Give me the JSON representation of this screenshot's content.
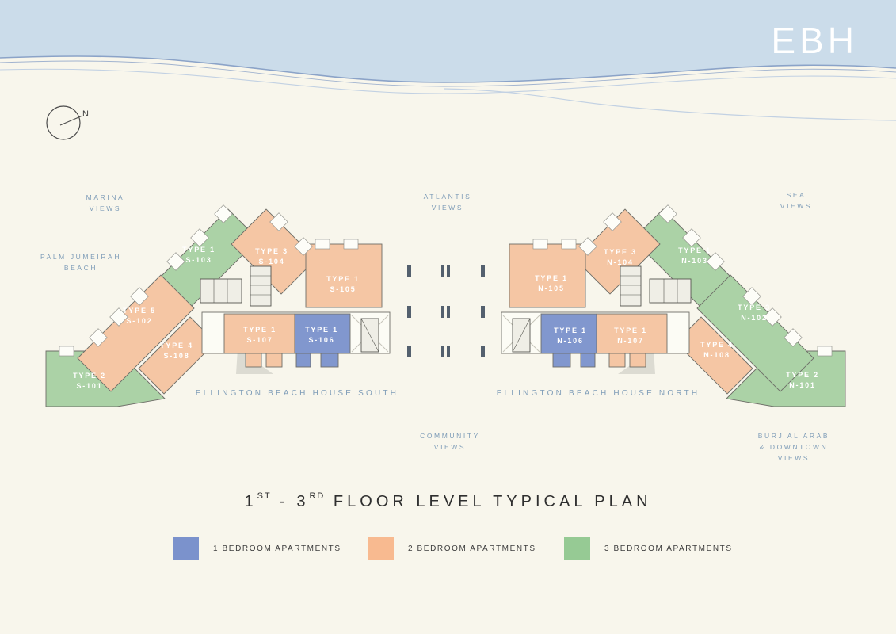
{
  "header": {
    "logo": "EBH"
  },
  "compass": {
    "label": "N"
  },
  "view_labels": {
    "marina": [
      "MARINA",
      "VIEWS"
    ],
    "palm": [
      "PALM JUMEIRAH",
      "BEACH"
    ],
    "atlantis": [
      "ATLANTIS",
      "VIEWS"
    ],
    "sea": [
      "SEA",
      "VIEWS"
    ],
    "community": [
      "COMMUNITY",
      "VIEWS"
    ],
    "burj": [
      "BURJ AL ARAB",
      "& DOWNTOWN",
      "VIEWS"
    ]
  },
  "plan": {
    "south": {
      "label": "ELLINGTON BEACH HOUSE SOUTH",
      "units": [
        {
          "type": "TYPE 2",
          "code": "S-101",
          "bedrooms": 3
        },
        {
          "type": "TYPE 5",
          "code": "S-102",
          "bedrooms": 2
        },
        {
          "type": "TYPE 1",
          "code": "S-103",
          "bedrooms": 3
        },
        {
          "type": "TYPE 3",
          "code": "S-104",
          "bedrooms": 2
        },
        {
          "type": "TYPE 1",
          "code": "S-105",
          "bedrooms": 2
        },
        {
          "type": "TYPE 1",
          "code": "S-106",
          "bedrooms": 1
        },
        {
          "type": "TYPE 1",
          "code": "S-107",
          "bedrooms": 2
        },
        {
          "type": "TYPE 4",
          "code": "S-108",
          "bedrooms": 2
        }
      ]
    },
    "north": {
      "label": "ELLINGTON BEACH HOUSE NORTH",
      "units": [
        {
          "type": "TYPE 2",
          "code": "N-101",
          "bedrooms": 3
        },
        {
          "type": "TYPE 3",
          "code": "N-102",
          "bedrooms": 3
        },
        {
          "type": "TYPE 1",
          "code": "N-103",
          "bedrooms": 3
        },
        {
          "type": "TYPE 3",
          "code": "N-104",
          "bedrooms": 2
        },
        {
          "type": "TYPE 1",
          "code": "N-105",
          "bedrooms": 2
        },
        {
          "type": "TYPE 1",
          "code": "N-106",
          "bedrooms": 1
        },
        {
          "type": "TYPE 1",
          "code": "N-107",
          "bedrooms": 2
        },
        {
          "type": "TYPE 4",
          "code": "N-108",
          "bedrooms": 2
        }
      ]
    }
  },
  "title": {
    "num1": "1",
    "sup1": "ST",
    "dash": "-",
    "num2": "3",
    "sup2": "RD",
    "rest": "FLOOR LEVEL TYPICAL PLAN"
  },
  "legend": {
    "items": [
      {
        "label": "1 BEDROOM APARTMENTS",
        "color": "#7b92cc"
      },
      {
        "label": "2 BEDROOM APARTMENTS",
        "color": "#f8ba90"
      },
      {
        "label": "3 BEDROOM APARTMENTS",
        "color": "#96ca94"
      }
    ]
  },
  "colors": {
    "background": "#f8f6ec",
    "band_blue": "#cbdcea",
    "one_bed": "#8197ce",
    "two_bed": "#f5c6a4",
    "three_bed": "#abd2a6",
    "label_blue": "#7f9db8",
    "ink": "#2f2f2f",
    "wave_dark": "#8ba3c8",
    "wave_light": "#c2d1e3"
  }
}
